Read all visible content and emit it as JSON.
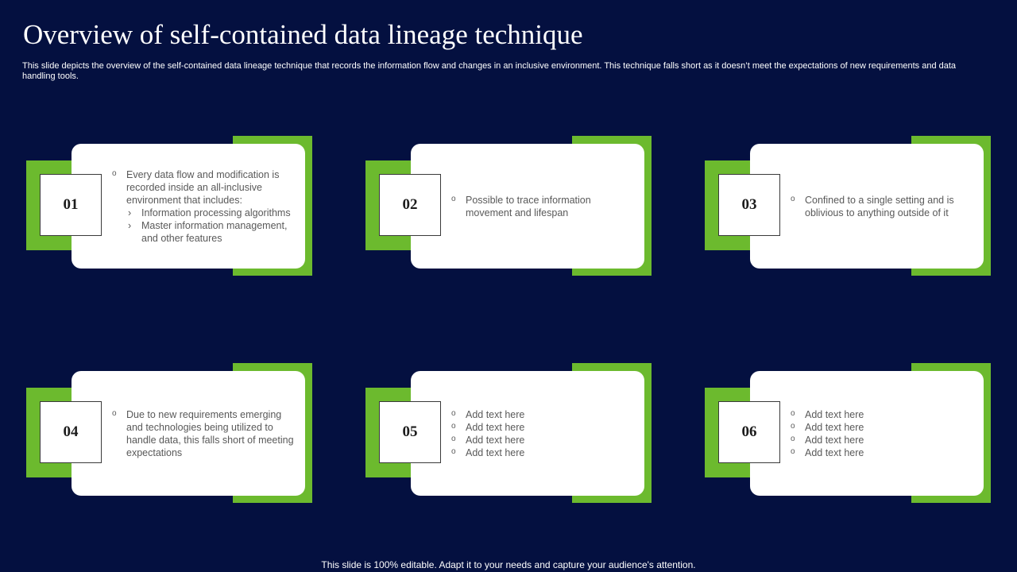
{
  "slide": {
    "title": "Overview of  self-contained data lineage technique",
    "subtitle": "This slide depicts the overview of the self-contained data lineage technique that records the information flow and changes in an inclusive environment. This technique falls short as it doesn’t meet the expectations of new requirements and data handling tools.",
    "footer": "This slide is 100% editable. Adapt it to your needs and capture your audience's attention."
  },
  "colors": {
    "background": "#041040",
    "accent_green": "#6cba2e",
    "panel": "#ffffff",
    "body_text": "#595959"
  },
  "cards": [
    {
      "number": "01",
      "bullets": [
        "Every data flow and modification is recorded inside an all-inclusive environment  that includes:"
      ],
      "sub_bullets": [
        "Information  processing algorithms",
        "Master information  management, and other features"
      ]
    },
    {
      "number": "02",
      "bullets": [
        "Possible to trace information movement  and lifespan"
      ]
    },
    {
      "number": "03",
      "bullets": [
        "Confined  to a single  setting and is oblivious  to anything outside of it"
      ]
    },
    {
      "number": "04",
      "bullets": [
        "Due to new requirements emerging and technologies being utilized to handle data, this falls short of meeting expectations"
      ]
    },
    {
      "number": "05",
      "bullets": [
        "Add text here",
        "Add text here",
        "Add text here",
        "Add text here"
      ]
    },
    {
      "number": "06",
      "bullets": [
        "Add text here",
        "Add text here",
        "Add text here",
        "Add text here"
      ]
    }
  ]
}
